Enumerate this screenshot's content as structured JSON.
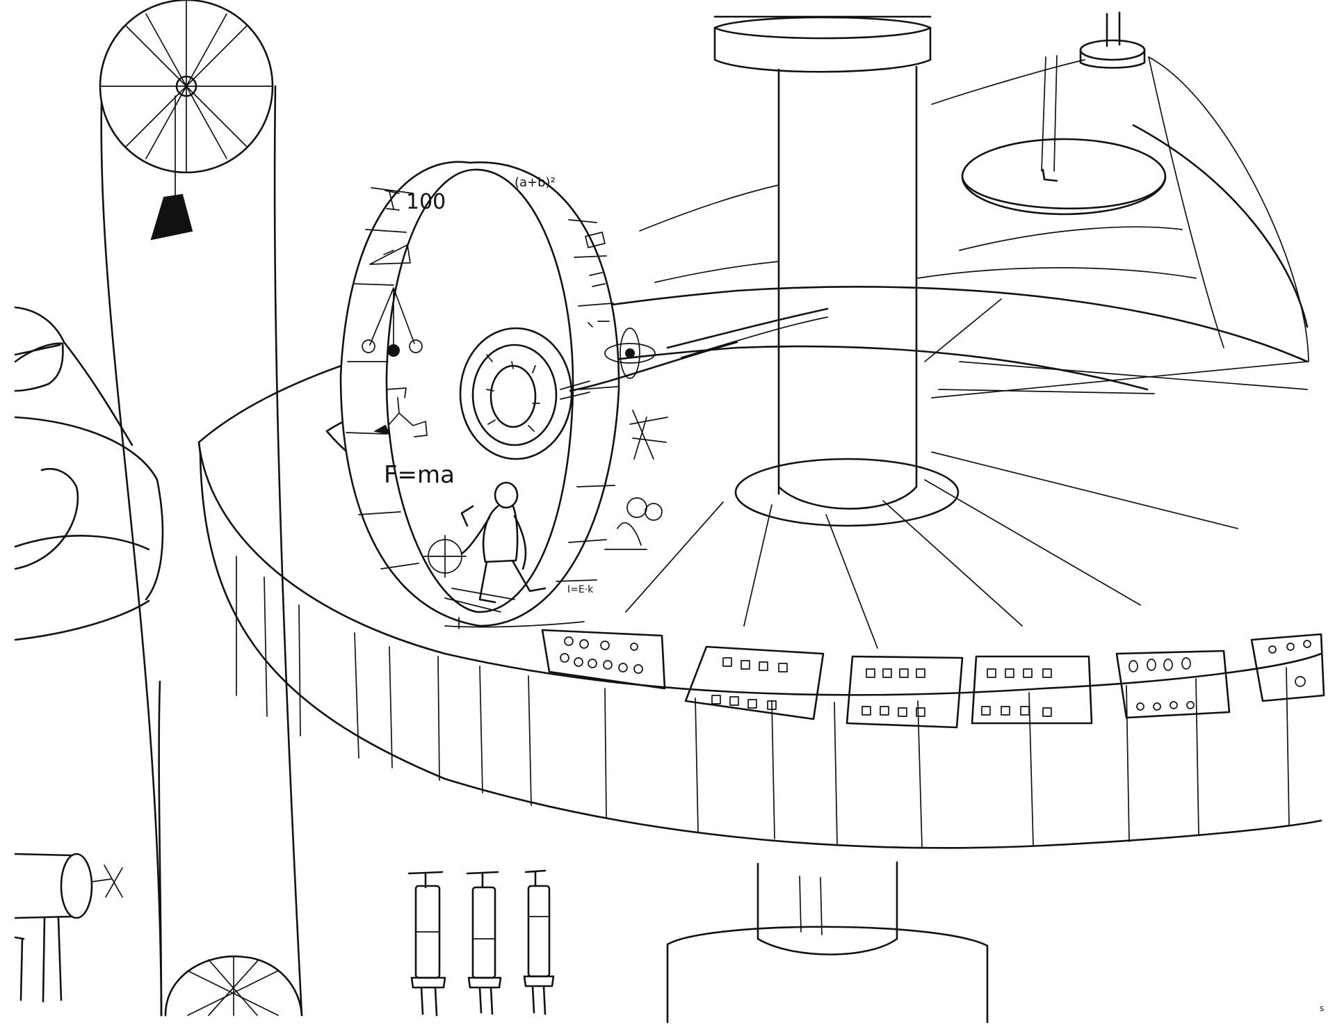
{
  "drawing": {
    "ink_color": "#111111",
    "paper_color": "#ffffff",
    "wheel_panel_texts": {
      "top_formula": "(a+b)²",
      "hundred": "100",
      "newton_law": "F=ma",
      "tiny_script": "I=E·k"
    }
  }
}
